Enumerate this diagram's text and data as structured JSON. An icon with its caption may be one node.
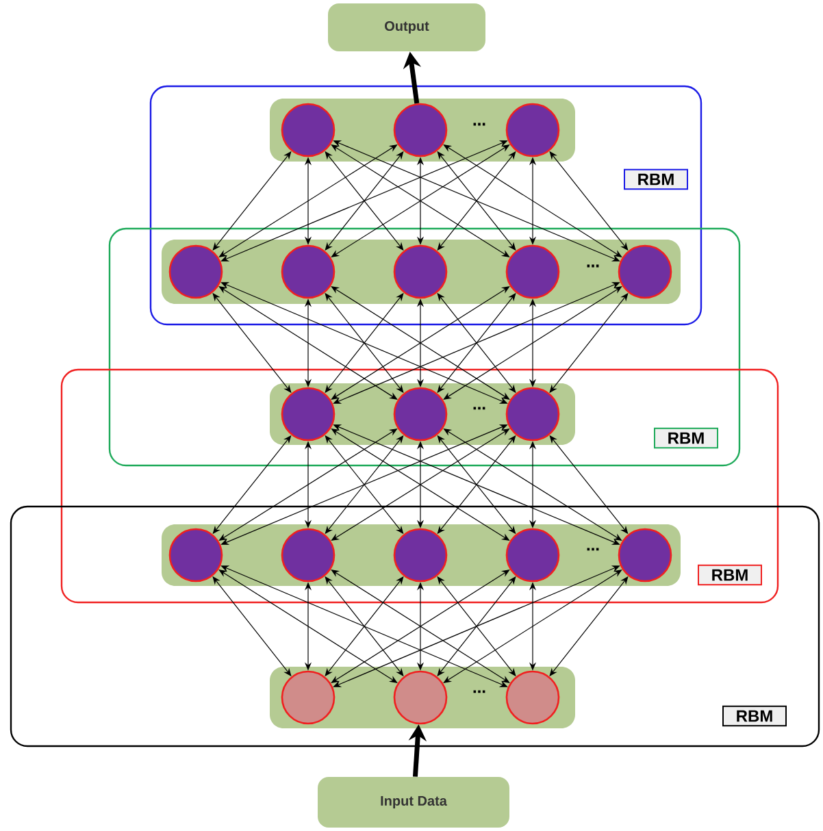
{
  "diagram": {
    "nodes": [
      {
        "text": [
          "Output"
        ]
      },
      {
        "text": [
          "RBM"
        ]
      },
      {
        "text": [
          "RBM"
        ]
      },
      {
        "text": [
          "RBM"
        ]
      },
      {
        "text": [
          "RBM"
        ]
      },
      {
        "text": [
          "⋯"
        ]
      },
      {
        "text": [],
        "shape": "circle",
        "in": 5
      },
      {
        "text": [],
        "shape": "circle",
        "in": 5
      },
      {
        "text": [],
        "shape": "circle",
        "in": 5
      },
      {
        "text": [
          "⋯"
        ]
      },
      {
        "text": [],
        "shape": "circle",
        "in": 9
      },
      {
        "text": [],
        "shape": "circle",
        "in": 9
      },
      {
        "text": [],
        "shape": "circle",
        "in": 9
      },
      {
        "text": [],
        "shape": "circle",
        "in": 9
      },
      {
        "text": [],
        "shape": "circle",
        "in": 9
      },
      {
        "text": [
          "⋯"
        ]
      },
      {
        "text": [],
        "shape": "circle",
        "in": 15
      },
      {
        "text": [],
        "shape": "circle",
        "in": 15
      },
      {
        "text": [],
        "shape": "circle",
        "in": 15
      },
      {
        "text": [
          "⋯"
        ]
      },
      {
        "text": [],
        "shape": "circle",
        "in": 19
      },
      {
        "text": [],
        "shape": "circle",
        "in": 19
      },
      {
        "text": [],
        "shape": "circle",
        "in": 19
      },
      {
        "text": [],
        "shape": "circle",
        "in": 19
      },
      {
        "text": [],
        "shape": "circle",
        "in": 19
      },
      {
        "text": [
          "⋯"
        ]
      },
      {
        "text": [],
        "shape": "circle",
        "in": 25
      },
      {
        "text": [],
        "shape": "circle",
        "in": 25
      },
      {
        "text": [],
        "shape": "circle",
        "in": 25
      },
      {
        "text": [
          "Input Data"
        ]
      }
    ],
    "edges": [
      {
        "from": 7,
        "to": 0,
        "arrow": "to",
        "style": "thick"
      },
      {
        "from": 29,
        "to": 27,
        "arrow": "to",
        "style": "thick"
      },
      {
        "from": 6,
        "to": 10,
        "arrow": "both"
      },
      {
        "from": 6,
        "to": 11,
        "arrow": "both"
      },
      {
        "from": 6,
        "to": 12,
        "arrow": "both"
      },
      {
        "from": 6,
        "to": 13,
        "arrow": "both"
      },
      {
        "from": 6,
        "to": 14,
        "arrow": "both"
      },
      {
        "from": 7,
        "to": 10,
        "arrow": "both"
      },
      {
        "from": 7,
        "to": 11,
        "arrow": "both"
      },
      {
        "from": 7,
        "to": 12,
        "arrow": "both"
      },
      {
        "from": 7,
        "to": 13,
        "arrow": "both"
      },
      {
        "from": 7,
        "to": 14,
        "arrow": "both"
      },
      {
        "from": 8,
        "to": 10,
        "arrow": "both"
      },
      {
        "from": 8,
        "to": 11,
        "arrow": "both"
      },
      {
        "from": 8,
        "to": 12,
        "arrow": "both"
      },
      {
        "from": 8,
        "to": 13,
        "arrow": "both"
      },
      {
        "from": 8,
        "to": 14,
        "arrow": "both"
      },
      {
        "from": 10,
        "to": 16,
        "arrow": "both"
      },
      {
        "from": 10,
        "to": 17,
        "arrow": "both"
      },
      {
        "from": 10,
        "to": 18,
        "arrow": "both"
      },
      {
        "from": 11,
        "to": 16,
        "arrow": "both"
      },
      {
        "from": 11,
        "to": 17,
        "arrow": "both"
      },
      {
        "from": 11,
        "to": 18,
        "arrow": "both"
      },
      {
        "from": 12,
        "to": 16,
        "arrow": "both"
      },
      {
        "from": 12,
        "to": 17,
        "arrow": "both"
      },
      {
        "from": 12,
        "to": 18,
        "arrow": "both"
      },
      {
        "from": 13,
        "to": 16,
        "arrow": "both"
      },
      {
        "from": 13,
        "to": 17,
        "arrow": "both"
      },
      {
        "from": 13,
        "to": 18,
        "arrow": "both"
      },
      {
        "from": 14,
        "to": 16,
        "arrow": "both"
      },
      {
        "from": 14,
        "to": 17,
        "arrow": "both"
      },
      {
        "from": 14,
        "to": 18,
        "arrow": "both"
      },
      {
        "from": 16,
        "to": 20,
        "arrow": "both"
      },
      {
        "from": 16,
        "to": 21,
        "arrow": "both"
      },
      {
        "from": 16,
        "to": 22,
        "arrow": "both"
      },
      {
        "from": 16,
        "to": 23,
        "arrow": "both"
      },
      {
        "from": 16,
        "to": 24,
        "arrow": "both"
      },
      {
        "from": 17,
        "to": 20,
        "arrow": "both"
      },
      {
        "from": 17,
        "to": 21,
        "arrow": "both"
      },
      {
        "from": 17,
        "to": 22,
        "arrow": "both"
      },
      {
        "from": 17,
        "to": 23,
        "arrow": "both"
      },
      {
        "from": 17,
        "to": 24,
        "arrow": "both"
      },
      {
        "from": 18,
        "to": 20,
        "arrow": "both"
      },
      {
        "from": 18,
        "to": 21,
        "arrow": "both"
      },
      {
        "from": 18,
        "to": 22,
        "arrow": "both"
      },
      {
        "from": 18,
        "to": 23,
        "arrow": "both"
      },
      {
        "from": 18,
        "to": 24,
        "arrow": "both"
      },
      {
        "from": 20,
        "to": 26,
        "arrow": "both"
      },
      {
        "from": 20,
        "to": 27,
        "arrow": "both"
      },
      {
        "from": 20,
        "to": 28,
        "arrow": "both"
      },
      {
        "from": 21,
        "to": 26,
        "arrow": "both"
      },
      {
        "from": 21,
        "to": 27,
        "arrow": "both"
      },
      {
        "from": 21,
        "to": 28,
        "arrow": "both"
      },
      {
        "from": 22,
        "to": 26,
        "arrow": "both"
      },
      {
        "from": 22,
        "to": 27,
        "arrow": "both"
      },
      {
        "from": 22,
        "to": 28,
        "arrow": "both"
      },
      {
        "from": 23,
        "to": 26,
        "arrow": "both"
      },
      {
        "from": 23,
        "to": 27,
        "arrow": "both"
      },
      {
        "from": 23,
        "to": 28,
        "arrow": "both"
      },
      {
        "from": 24,
        "to": 26,
        "arrow": "both"
      },
      {
        "from": 24,
        "to": 27,
        "arrow": "both"
      },
      {
        "from": 24,
        "to": 28,
        "arrow": "both"
      }
    ]
  }
}
